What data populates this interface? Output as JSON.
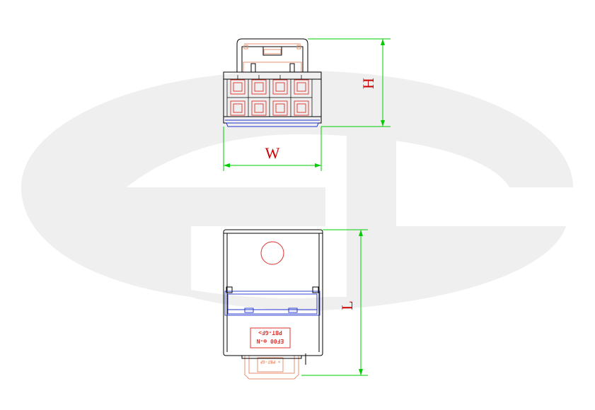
{
  "dimensions": {
    "width_label": "W",
    "height_label": "H",
    "length_label": "L"
  },
  "part_marking": {
    "line1": "EF00 ⊕-N",
    "line2": "PBT-GF>",
    "line3": "> PBT-GF"
  },
  "colors": {
    "dimension_line": "#00cc00",
    "dimension_text": "#cc0000",
    "outline": "#000000",
    "accent_red": "#e0302a",
    "accent_blue": "#2233cc",
    "latch_orange": "#e89070",
    "watermark": "#f0f0f0"
  },
  "icons": {
    "watermark": "company-logo-watermark",
    "circle": "locator-circle-icon"
  }
}
